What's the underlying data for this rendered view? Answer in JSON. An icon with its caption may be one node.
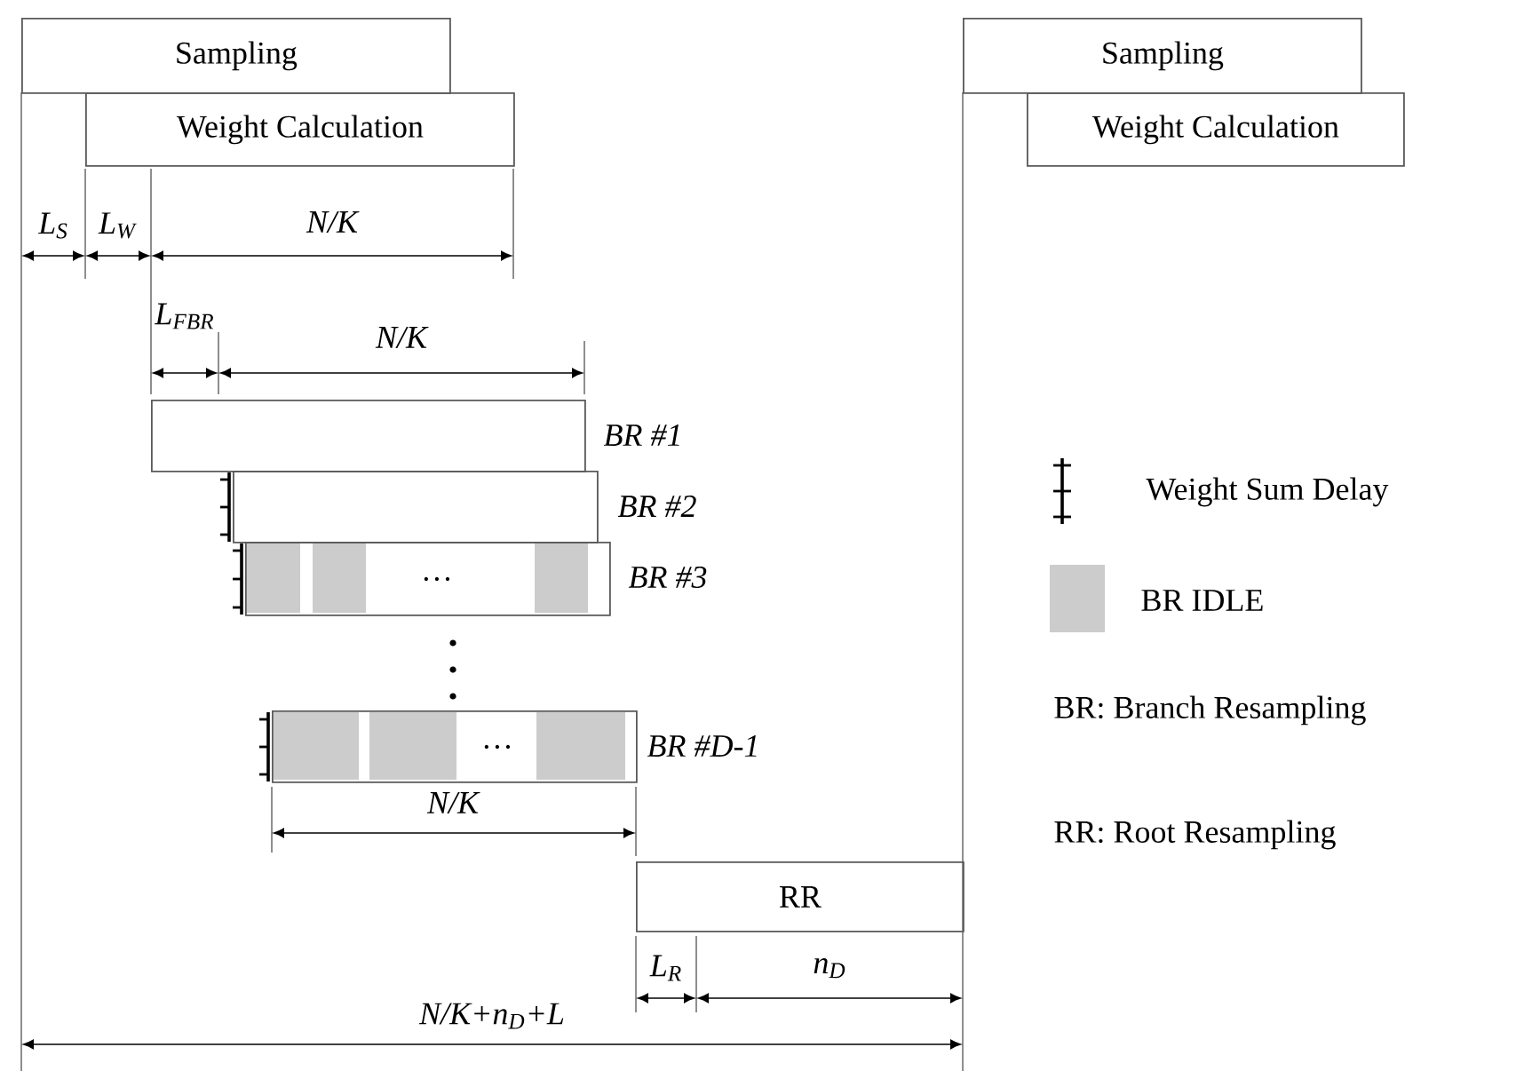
{
  "diagram": {
    "nodes": [
      {
        "text": [
          "Sampling"
        ]
      },
      {
        "text": [
          "Weight Calculation"
        ]
      },
      {
        "text": [
          "Sampling"
        ]
      },
      {
        "text": [
          "Weight Calculation"
        ]
      },
      {
        "text": [],
        "shape": "box",
        "beside": [
          "BR #1"
        ]
      },
      {
        "text": [],
        "shape": "box",
        "beside": [
          "BR #2"
        ]
      },
      {
        "text": [
          "…"
        ],
        "beside": [
          "BR #3"
        ]
      },
      {
        "text": [
          "…"
        ],
        "beside": [
          "BR #D-1"
        ]
      },
      {
        "text": [
          "RR"
        ]
      }
    ],
    "labels": [
      "L$_{S}$",
      "L$_{W}$",
      "N/K",
      "L$_{FBR}$",
      "N/K",
      "N/K",
      "L$_{R}$",
      "n$_{D}$",
      "N/K+n$_{D}$+L",
      "BR: Branch Resampling",
      "RR: Root Resampling"
    ],
    "legend": [
      {
        "text": "Weight Sum Delay"
      },
      {
        "text": "BR IDLE",
        "color": "#cccccc"
      }
    ]
  }
}
